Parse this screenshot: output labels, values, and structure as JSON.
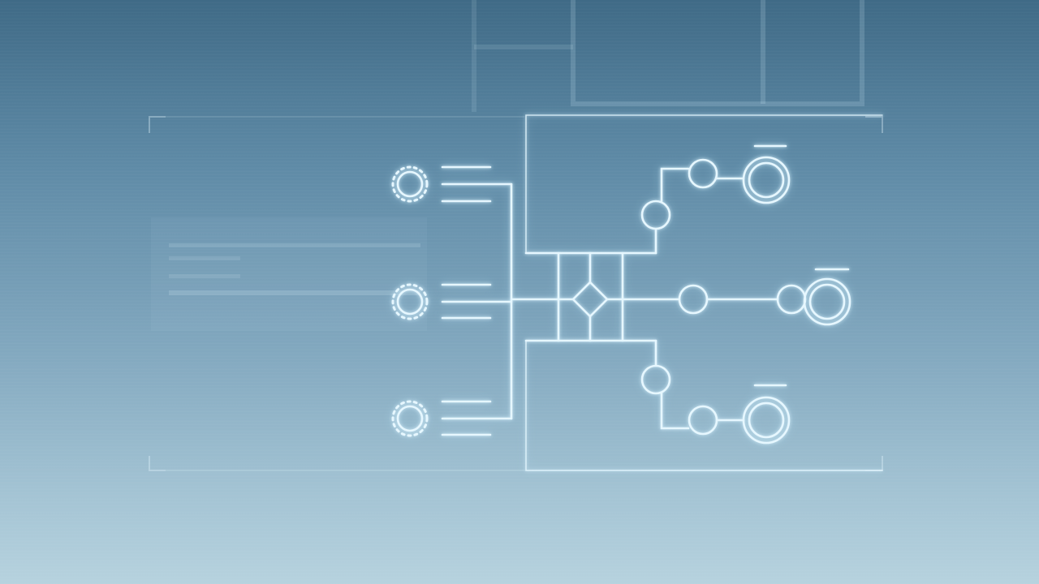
{
  "theme": {
    "line_color": "#e6f7ff",
    "faint_color": "#cfe6f2",
    "background_top": "#3f6a86",
    "background_bottom": "#b6d2de"
  },
  "diagram": {
    "input_nodes": [
      {
        "id": "input-top",
        "icon": "gear-icon"
      },
      {
        "id": "input-middle",
        "icon": "gear-icon"
      },
      {
        "id": "input-bottom",
        "icon": "gear-icon"
      }
    ],
    "hub": {
      "icon": "diamond-junction-icon"
    },
    "output_branches": [
      {
        "id": "branch-top",
        "terminal_icon": "double-ring-icon"
      },
      {
        "id": "branch-middle",
        "terminal_icon": "double-ring-icon"
      },
      {
        "id": "branch-bottom",
        "terminal_icon": "double-ring-icon"
      }
    ],
    "text_lines": []
  }
}
